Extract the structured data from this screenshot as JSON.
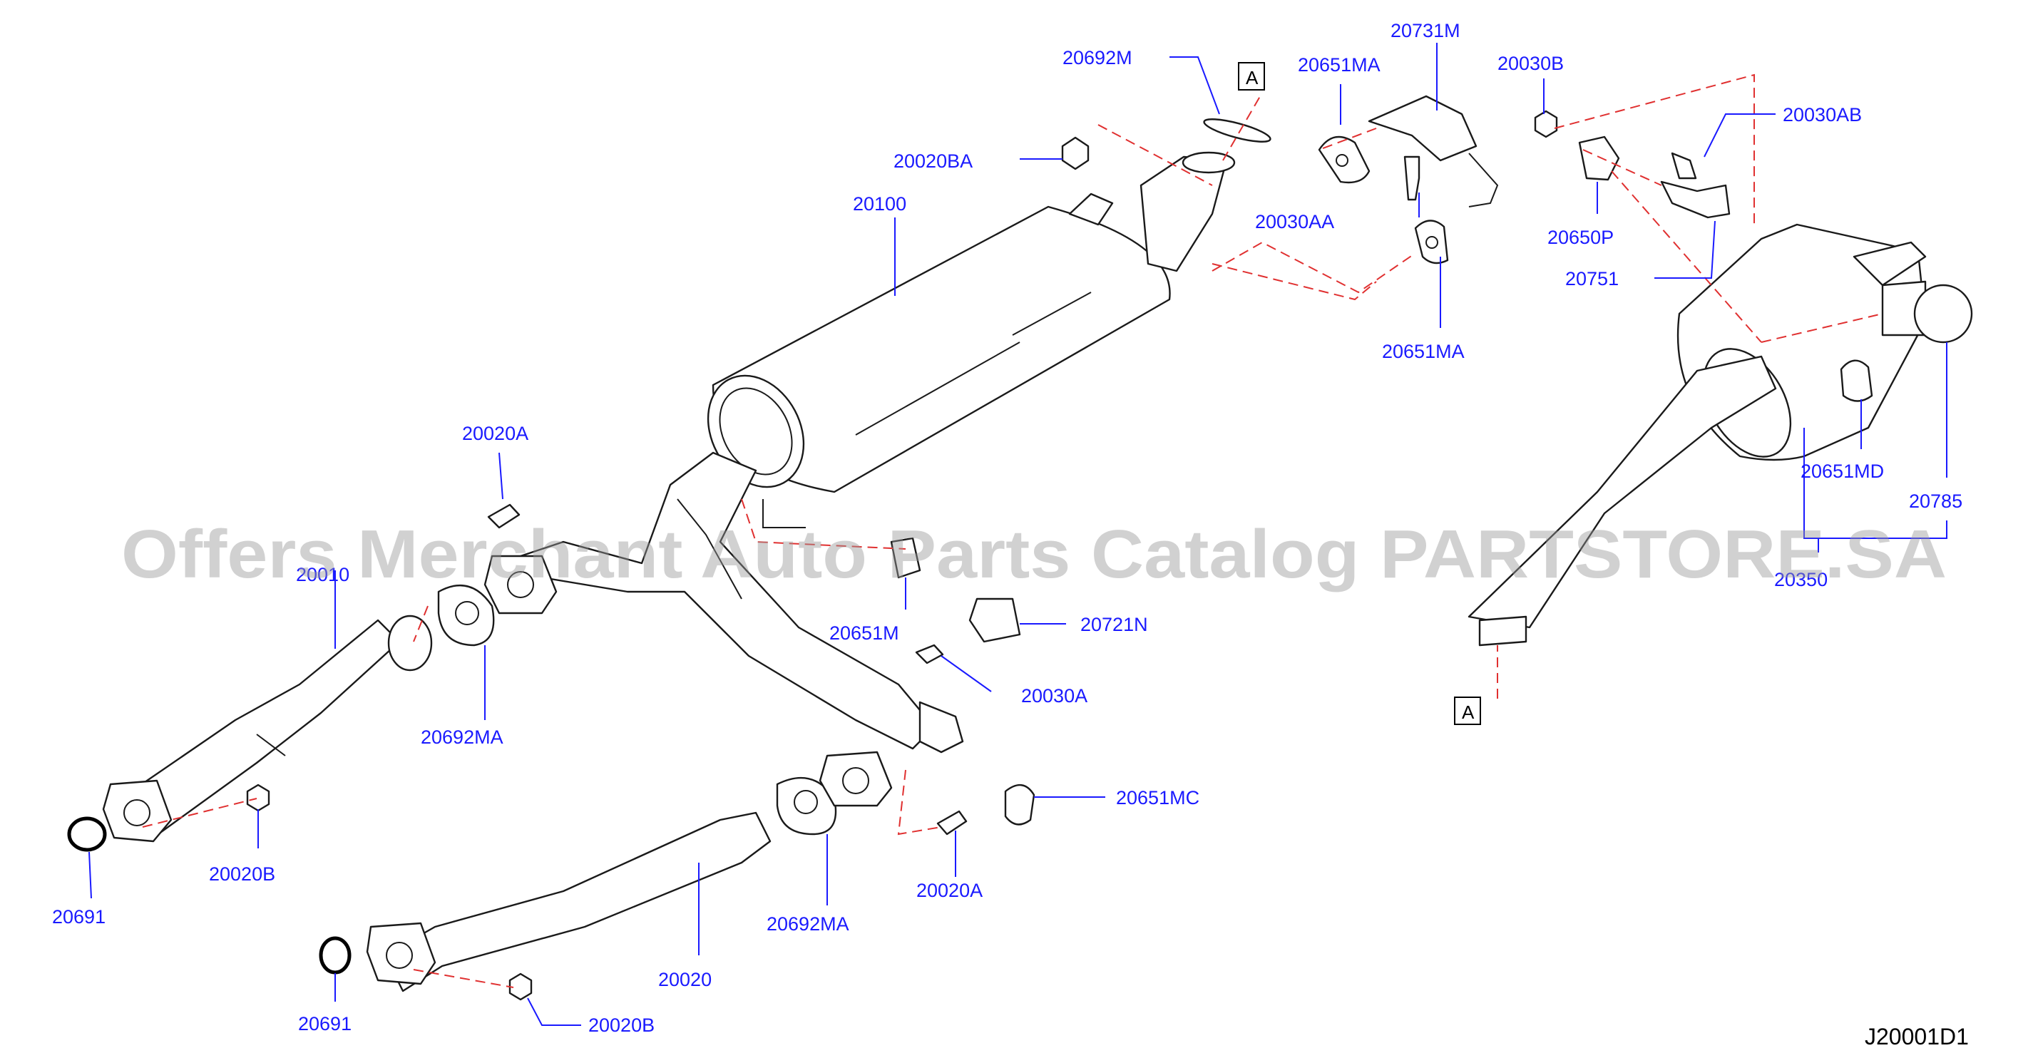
{
  "labels": {
    "p20692M": "20692M",
    "p20651MA_top": "20651MA",
    "p20731M": "20731M",
    "p20030B": "20030B",
    "p20030AB": "20030AB",
    "p20020BA": "20020BA",
    "p20100": "20100",
    "p20030AA": "20030AA",
    "p20650P": "20650P",
    "p20751": "20751",
    "p20651MA_low": "20651MA",
    "p20651MD": "20651MD",
    "p20785": "20785",
    "p20350": "20350",
    "p20020A_top": "20020A",
    "p20010": "20010",
    "p20651M": "20651M",
    "p20721N": "20721N",
    "p20030A": "20030A",
    "p20692MA_1": "20692MA",
    "p20651MC": "20651MC",
    "p20691_1": "20691",
    "p20020B_1": "20020B",
    "p20020A_low": "20020A",
    "p20692MA_2": "20692MA",
    "p20020": "20020",
    "p20691_2": "20691",
    "p20020B_2": "20020B"
  },
  "refs": {
    "a_top": "A",
    "a_bottom": "A"
  },
  "diagram_code": "J20001D1",
  "watermark": "Offers Merchant Auto Parts Catalog PARTSTORE.SA"
}
